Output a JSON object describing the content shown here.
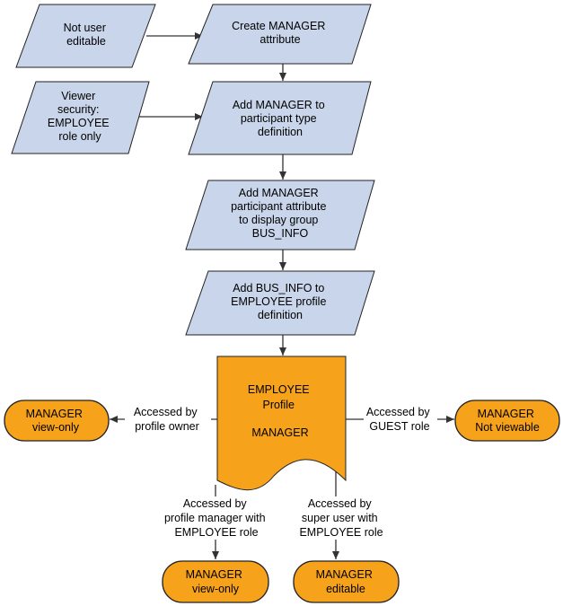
{
  "nodes": {
    "not_editable": [
      "Not user",
      "editable"
    ],
    "create_attr": [
      "Create MANAGER",
      "attribute"
    ],
    "viewer_security": [
      "Viewer",
      "security:",
      "EMPLOYEE",
      "role only"
    ],
    "add_participant": [
      "Add MANAGER to",
      "participant type",
      "definition"
    ],
    "add_display_group": [
      "Add MANAGER",
      "participant attribute",
      "to display group",
      "BUS_INFO"
    ],
    "add_bus_info": [
      "Add BUS_INFO to",
      "EMPLOYEE profile",
      "definition"
    ],
    "profile_doc": [
      "EMPLOYEE",
      "Profile",
      "",
      "MANAGER"
    ],
    "owner_result": [
      "MANAGER",
      "view-only"
    ],
    "guest_result": [
      "MANAGER",
      "Not viewable"
    ],
    "manager_result": [
      "MANAGER",
      "view-only"
    ],
    "superuser_result": [
      "MANAGER",
      "editable"
    ]
  },
  "edge_labels": {
    "owner": [
      "Accessed by",
      "profile owner"
    ],
    "guest": [
      "Accessed by",
      "GUEST role"
    ],
    "manager": [
      "Accessed by",
      "profile manager with",
      "EMPLOYEE role"
    ],
    "superuser": [
      "Accessed by",
      "super user with",
      "EMPLOYEE role"
    ]
  }
}
